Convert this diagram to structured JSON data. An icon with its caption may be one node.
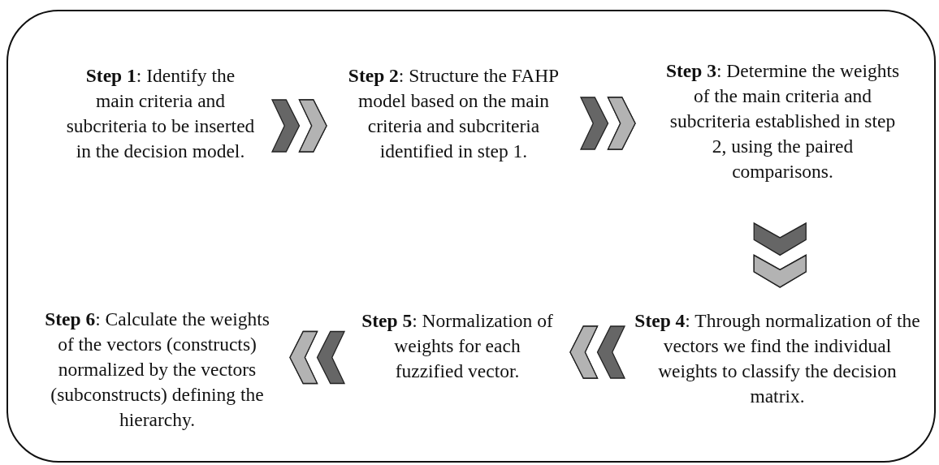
{
  "diagram": {
    "nodes": [
      {
        "text": [],
        "shape": "box"
      },
      {
        "text": [
          "**Step 1**: Identify the main criteria and subcriteria to be inserted in the decision model."
        ],
        "in": 0
      },
      {
        "text": [
          "**Step 2**: Structure the FAHP model based on the main criteria and subcriteria identified in step 1."
        ],
        "in": 0
      },
      {
        "text": [
          "**Step 3**: Determine the weights of the main criteria and subcriteria established in step 2, using the paired comparisons."
        ],
        "in": 0
      },
      {
        "text": [
          "**Step 4**: Through normalization of the vectors we find the individual weights to classify the decision matrix."
        ],
        "in": 0
      },
      {
        "text": [
          "**Step 5**: Normalization of weights for each fuzzified vector."
        ],
        "in": 0
      },
      {
        "text": [
          "**Step 6**: Calculate the weights of the vectors (constructs) normalized by the vectors (subconstructs) defining the hierarchy."
        ],
        "in": 0
      }
    ],
    "edges": [
      {
        "from": 1,
        "to": 2,
        "arrow": "to"
      },
      {
        "from": 2,
        "to": 3,
        "arrow": "to"
      },
      {
        "from": 3,
        "to": 4,
        "arrow": "to"
      },
      {
        "from": 4,
        "to": 5,
        "arrow": "to"
      },
      {
        "from": 5,
        "to": 6,
        "arrow": "to"
      }
    ]
  }
}
